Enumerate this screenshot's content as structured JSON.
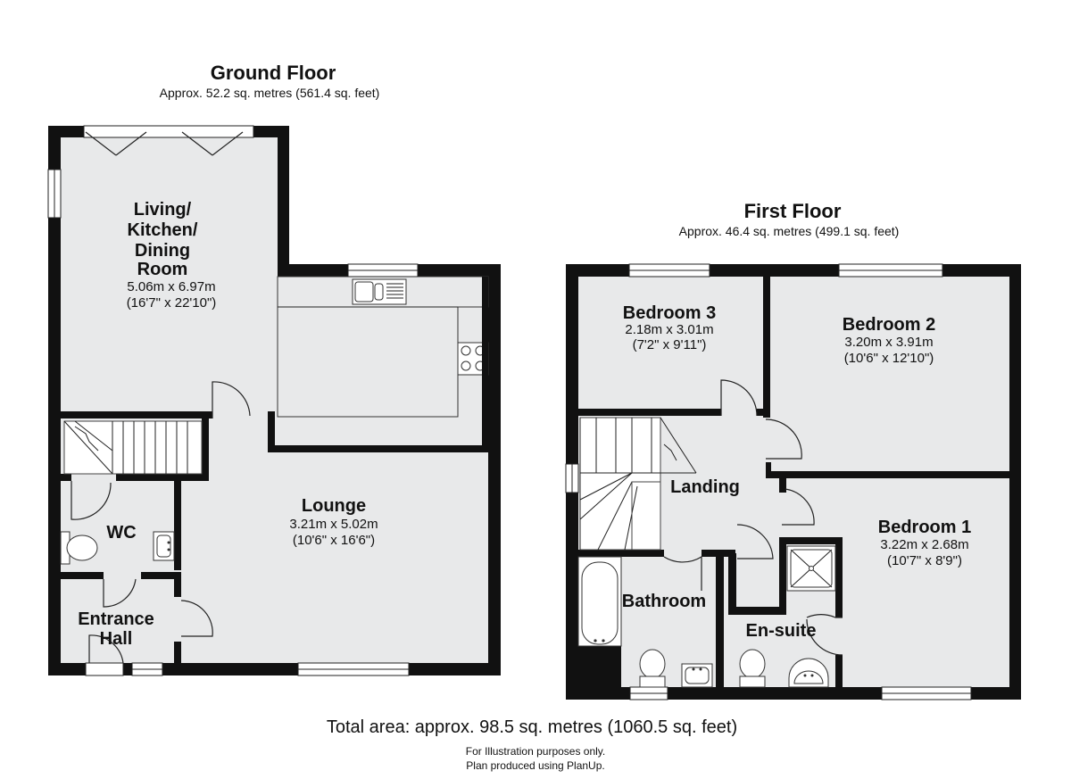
{
  "ground_floor": {
    "title": "Ground Floor",
    "area": "Approx. 52.2 sq. metres (561.4 sq. feet)",
    "rooms": {
      "living": {
        "name_lines": [
          "Living/",
          "Kitchen/",
          "Dining",
          "Room"
        ],
        "dim_m": "5.06m x 6.97m",
        "dim_ft": "(16'7\" x 22'10\")"
      },
      "lounge": {
        "name": "Lounge",
        "dim_m": "3.21m x 5.02m",
        "dim_ft": "(10'6\" x 16'6\")"
      },
      "wc": {
        "name": "WC"
      },
      "entrance": {
        "name_lines": [
          "Entrance",
          "Hall"
        ]
      }
    }
  },
  "first_floor": {
    "title": "First Floor",
    "area": "Approx. 46.4 sq. metres (499.1 sq. feet)",
    "rooms": {
      "bedroom3": {
        "name": "Bedroom 3",
        "dim_m": "2.18m x 3.01m",
        "dim_ft": "(7'2\" x 9'11\")"
      },
      "bedroom2": {
        "name": "Bedroom 2",
        "dim_m": "3.20m x 3.91m",
        "dim_ft": "(10'6\" x 12'10\")"
      },
      "landing": {
        "name": "Landing"
      },
      "bedroom1": {
        "name": "Bedroom 1",
        "dim_m": "3.22m x 2.68m",
        "dim_ft": "(10'7\" x 8'9\")"
      },
      "bathroom": {
        "name": "Bathroom"
      },
      "ensuite": {
        "name": "En-suite"
      }
    }
  },
  "total_area": "Total area: approx. 98.5 sq. metres (1060.5 sq. feet)",
  "notes": [
    "For Illustration purposes only.",
    "Plan produced using PlanUp."
  ],
  "colors": {
    "wall": "#111111",
    "room": "#e8e9ea",
    "background": "#ffffff"
  }
}
